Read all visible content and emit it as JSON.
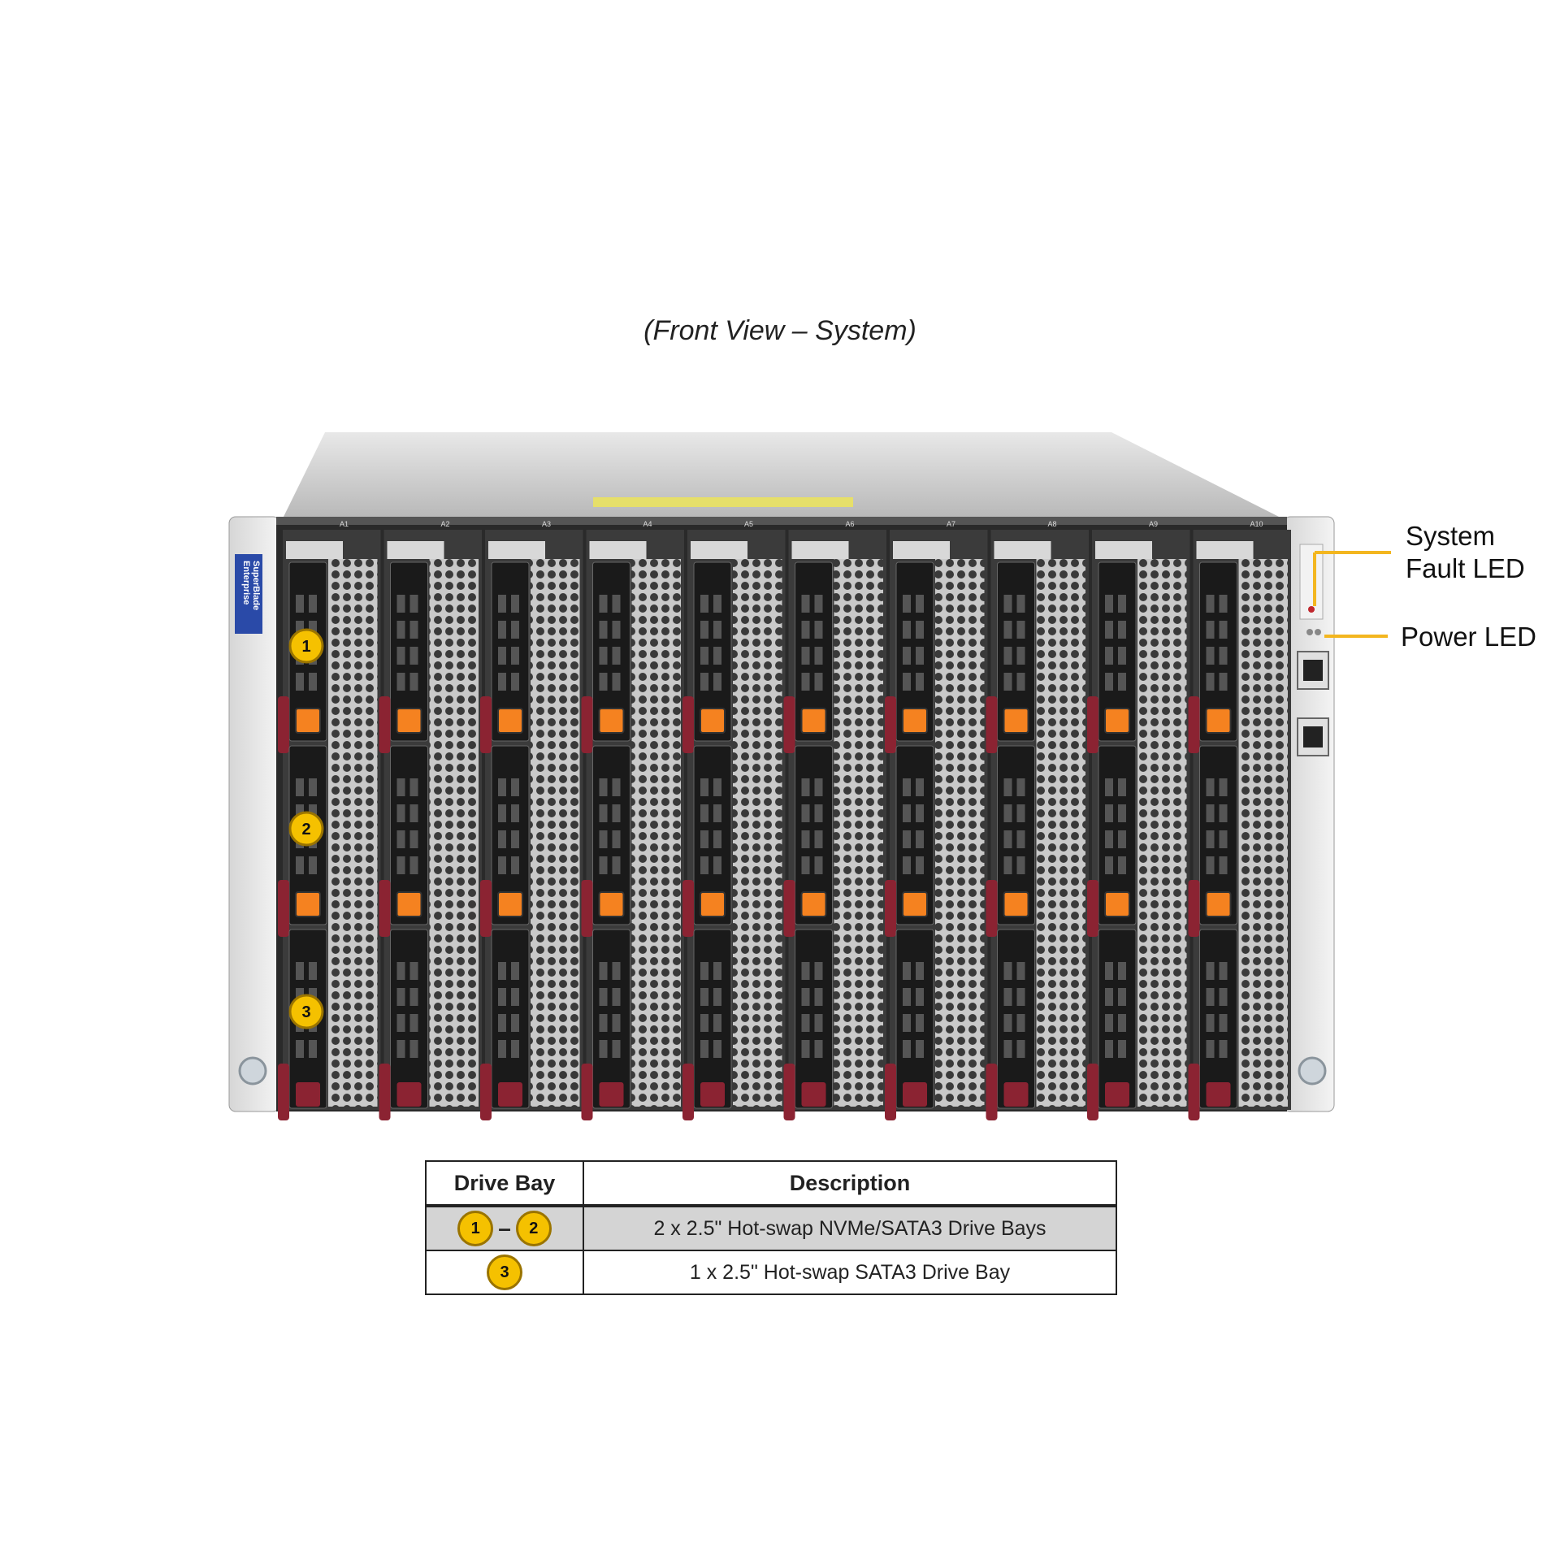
{
  "caption": "(Front View – System)",
  "chassis": {
    "logo_line1": "SuperBlade",
    "logo_line2": "Enterprise",
    "blade_labels": [
      "A1",
      "A2",
      "A3",
      "A4",
      "A5",
      "A6",
      "A7",
      "A8",
      "A9",
      "A10"
    ],
    "callouts": {
      "fault_led_line1": "System",
      "fault_led_line2": "Fault LED",
      "power_led": "Power LED"
    },
    "bay_markers": [
      "1",
      "2",
      "3"
    ]
  },
  "table": {
    "headers": [
      "Drive Bay",
      "Description"
    ],
    "rows": [
      {
        "badges": [
          "1",
          "2"
        ],
        "description": "2 x 2.5\" Hot-swap NVMe/SATA3 Drive Bays"
      },
      {
        "badges": [
          "3"
        ],
        "description": "1 x 2.5\" Hot-swap SATA3 Drive Bay"
      }
    ]
  },
  "colors": {
    "badge": "#f5c100",
    "callout_line": "#f3b61f",
    "drive_latch": "#f58220",
    "handle": "#8b2332"
  }
}
